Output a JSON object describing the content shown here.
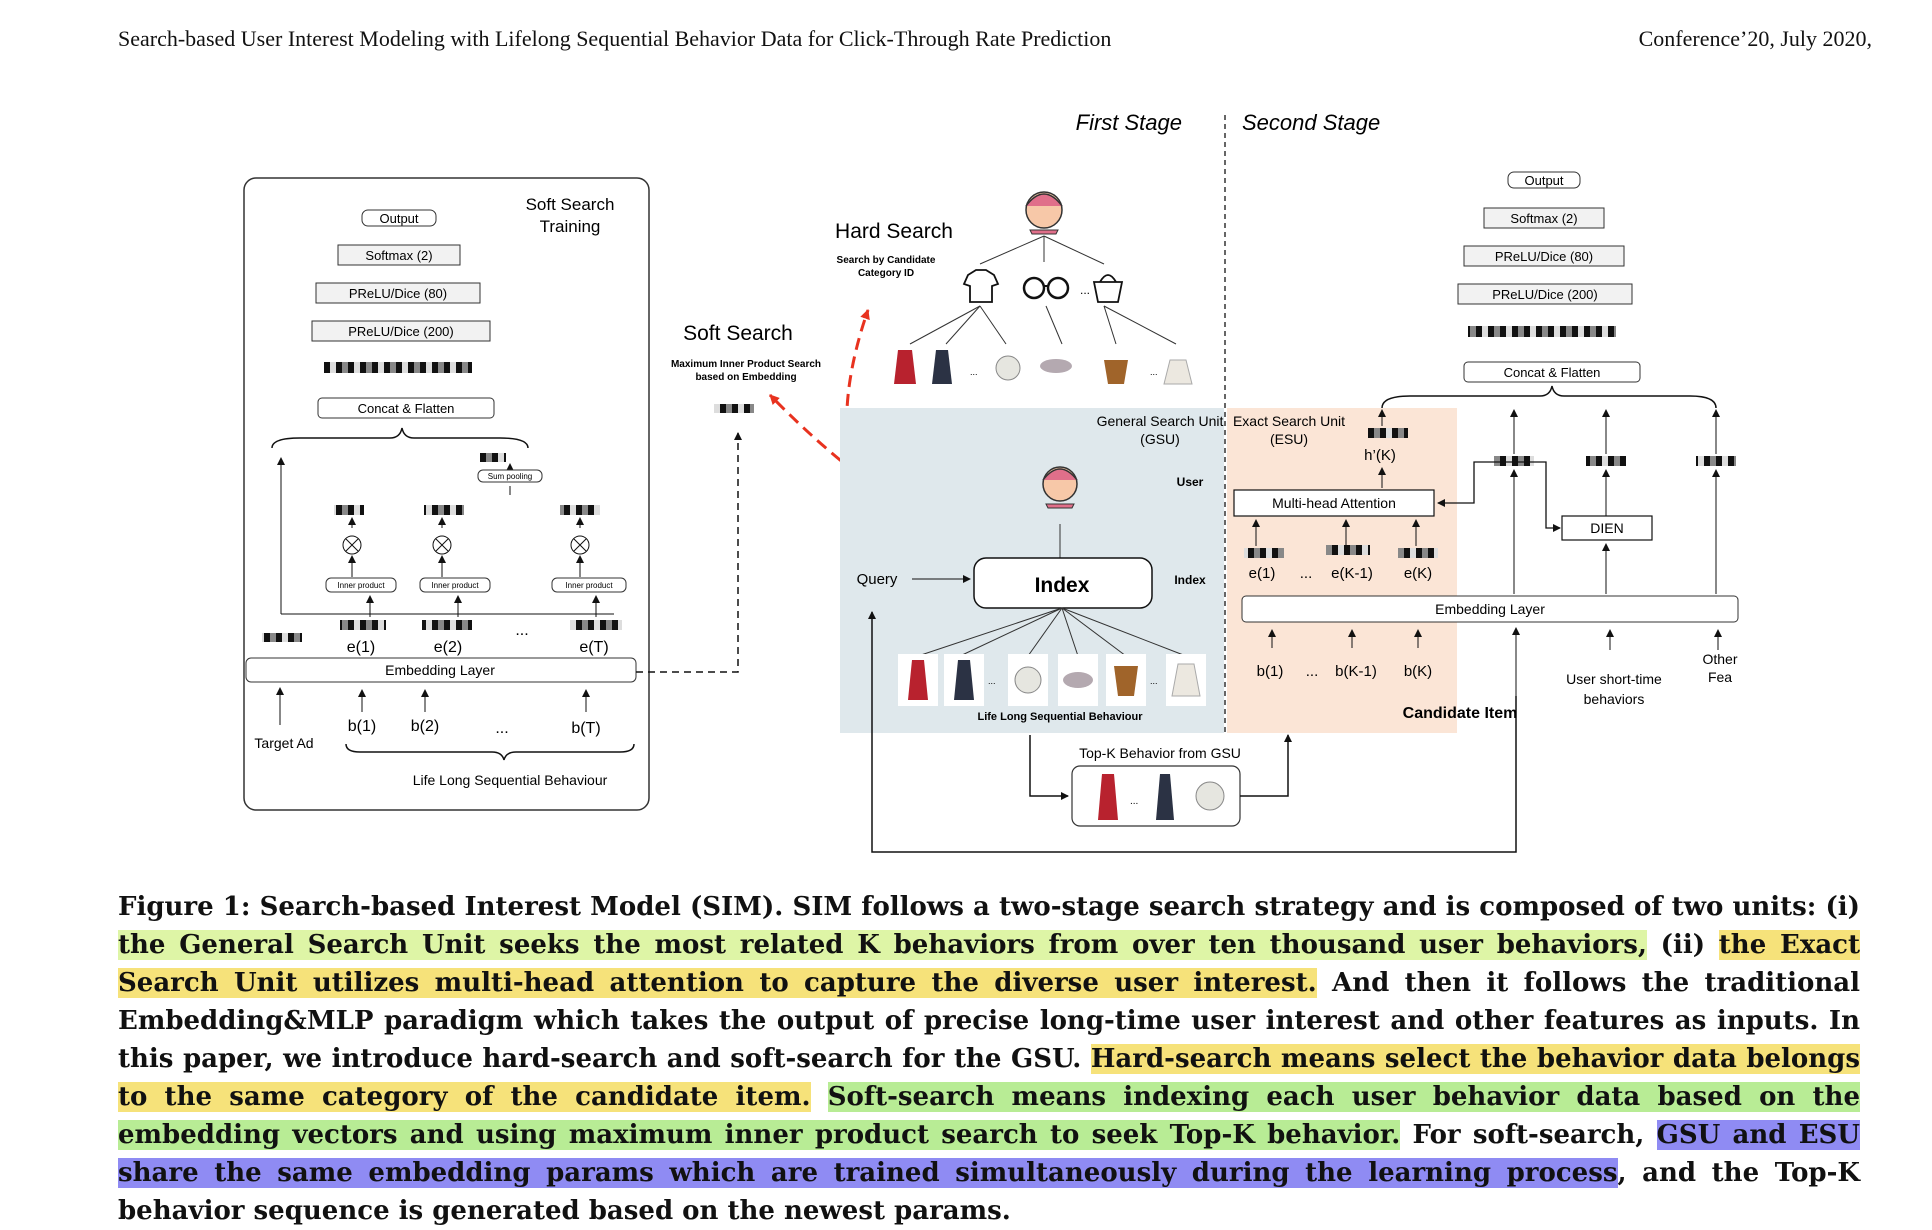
{
  "header": {
    "title": "Search-based User Interest Modeling with Lifelong Sequential Behavior Data for Click-Through Rate Prediction",
    "conference": "Conference’20, July 2020,"
  },
  "figure": {
    "stages": {
      "first": "First Stage",
      "second": "Second Stage"
    },
    "soft_training": {
      "title_line1": "Soft Search",
      "title_line2": "Training",
      "output": "Output",
      "softmax": "Softmax (2)",
      "prelu80": "PReLU/Dice (80)",
      "prelu200": "PReLU/Dice (200)",
      "concat": "Concat & Flatten",
      "sum_pooling": "Sum pooling",
      "inner_product": "Inner product",
      "e1": "e(1)",
      "e2": "e(2)",
      "eT": "e(T)",
      "dots": "...",
      "embedding": "Embedding Layer",
      "b1": "b(1)",
      "b2": "b(2)",
      "bT": "b(T)",
      "target_ad": "Target Ad",
      "lifelong": "Life Long Sequential Behaviour"
    },
    "hard_search": {
      "title": "Hard Search",
      "sub_line1": "Search by Candidate",
      "sub_line2": "Category ID"
    },
    "soft_search": {
      "title": "Soft Search",
      "sub_line1": "Maximum Inner Product Search",
      "sub_line2": "based on Embedding"
    },
    "gsu": {
      "title_line1": "General Search Unit",
      "title_line2": "(GSU)",
      "user": "User",
      "index_side": "Index",
      "index": "Index",
      "query": "Query",
      "lifelong": "Life Long Sequential Behaviour"
    },
    "topk": "Top-K Behavior from GSU",
    "esu": {
      "title_line1": "Exact Search Unit",
      "title_line2": "(ESU)",
      "hk": "h’(K)",
      "mha": "Multi-head Attention",
      "e1": "e(1)",
      "eK1": "e(K-1)",
      "eK": "e(K)",
      "dots": "...",
      "b1": "b(1)",
      "bK1": "b(K-1)",
      "bK": "b(K)"
    },
    "right": {
      "output": "Output",
      "softmax": "Softmax (2)",
      "prelu80": "PReLU/Dice (80)",
      "prelu200": "PReLU/Dice (200)",
      "concat": "Concat & Flatten",
      "dien": "DIEN",
      "embedding": "Embedding Layer",
      "user_short_line1": "User short-time",
      "user_short_line2": "behaviors",
      "other_line1": "Other",
      "other_line2": "Fea",
      "candidate": "Candidate Item"
    },
    "colors": {
      "gsu_bg": "#dfe8ec",
      "esu_bg": "#fbe5d6",
      "red_arrow": "#e8321f",
      "highlight_yellow": "#f6e27a",
      "highlight_green": "#b8ec95",
      "highlight_lime": "#def5a6",
      "highlight_purple": "#8f8bf3"
    }
  },
  "caption": {
    "s1": "Figure 1: Search-based Interest Model (SIM). SIM follows a two-stage search strategy and is composed of two units: (i) ",
    "h1": "the General Search Unit seeks the most related K behaviors from over ten thousand user behaviors,",
    "s2": " (ii) ",
    "h2": "the Exact Search Unit utilizes multi-head attention to capture the diverse user interest.",
    "s3": " And then it follows the traditional Embedding&MLP paradigm which takes the output of precise long-time user interest and other features as inputs. In this paper, we introduce hard-search and soft-search for the GSU. ",
    "h3": "Hard-search means select the behavior data belongs to the same category of the candidate item.",
    "s4": " ",
    "h4": "Soft-search means indexing each user behavior data based on the embedding vectors and using maximum inner product search to seek Top-K behavior.",
    "s5": " For soft-search, ",
    "h5": "GSU and ESU share the same embedding params which are trained simultaneously during the learning process",
    "s6": ", and the Top-K behavior sequence is generated based on the newest params."
  }
}
